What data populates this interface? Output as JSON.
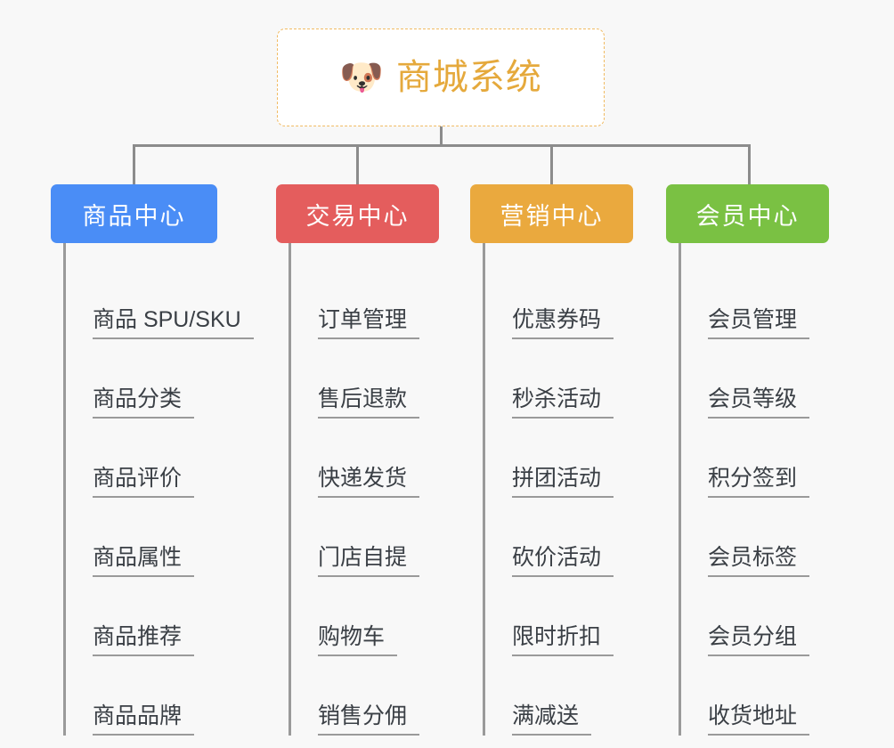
{
  "background_color": "#f8f8f8",
  "connector_color": "#8c8c8c",
  "root": {
    "icon": "dog-face-emoji",
    "icon_glyph": "🐶",
    "title": "商城系统",
    "text_color": "#e5a93c",
    "border_color": "#f1bb63",
    "background_color": "#ffffff"
  },
  "branches": [
    {
      "title": "商品中心",
      "color": "#4a8df6",
      "items": [
        "商品 SPU/SKU",
        "商品分类",
        "商品评价",
        "商品属性",
        "商品推荐",
        "商品品牌"
      ]
    },
    {
      "title": "交易中心",
      "color": "#e45d5d",
      "items": [
        "订单管理",
        "售后退款",
        "快递发货",
        "门店自提",
        "购物车",
        "销售分佣"
      ]
    },
    {
      "title": "营销中心",
      "color": "#eaa93e",
      "items": [
        "优惠券码",
        "秒杀活动",
        "拼团活动",
        "砍价活动",
        "限时折扣",
        "满减送"
      ]
    },
    {
      "title": "会员中心",
      "color": "#7ac143",
      "items": [
        "会员管理",
        "会员等级",
        "积分签到",
        "会员标签",
        "会员分组",
        "收货地址"
      ]
    }
  ]
}
